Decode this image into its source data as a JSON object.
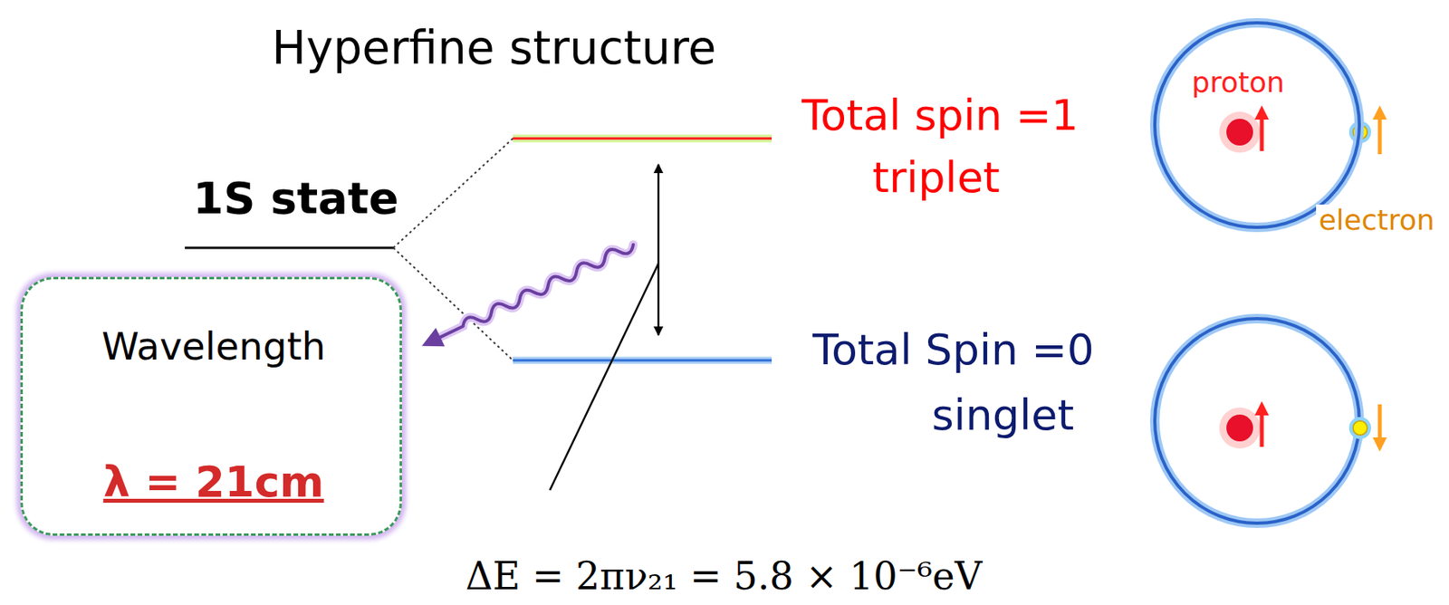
{
  "diagram": {
    "title": "Hyperfine structure",
    "nodes": [
      {
        "text": [
          "proton",
          "electron"
        ]
      },
      {
        "text": [
          "Wavelength",
          "λ = 21cm"
        ]
      }
    ],
    "labels": [
      "1S state",
      "Total spin =1",
      "triplet",
      "Total Spin =0",
      "singlet",
      "ΔE = 2πν₂₁ = 5.8 × 10⁻⁶eV"
    ]
  }
}
